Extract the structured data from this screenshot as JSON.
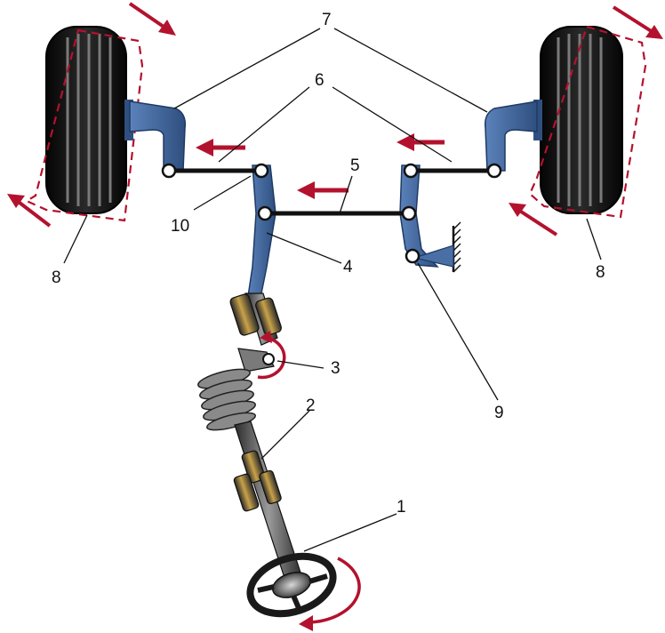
{
  "diagram": {
    "callouts": [
      "1",
      "2",
      "3",
      "4",
      "5",
      "6",
      "7",
      "8",
      "8",
      "9",
      "10"
    ],
    "colors": {
      "tire": "#1a1a1a",
      "tire_groove": "#6a6a6a",
      "arm": "#4a6fa5",
      "arm_dark": "#2f4f7f",
      "rod": "#111111",
      "joint": "#ffffff",
      "arrow": "#b3122e",
      "spring": "#6b6b6b",
      "bellows": "#b58a3a"
    }
  }
}
